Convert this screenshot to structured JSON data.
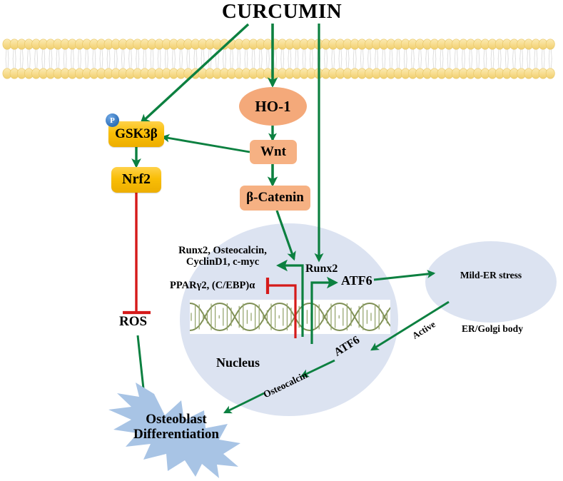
{
  "diagram": {
    "title": "CURCUMIN",
    "type": "biological-signaling-pathway",
    "colors": {
      "arrow_activate": "#0C8040",
      "arrow_inhibit": "#D51A1A",
      "yellow_box": "#F9BE07",
      "peach_box": "#F6B183",
      "nucleus_fill": "#DCE3F1",
      "membrane_head": "#F6DC8E",
      "starburst_fill": "#A8C4E5",
      "dna_strand": "#7E8F54",
      "phospho_badge": "#2E6FB7"
    },
    "membrane": {
      "name": "plasma-membrane",
      "type": "lipid-bilayer"
    },
    "nodes": [
      {
        "id": "curcumin",
        "label": "CURCUMIN",
        "shape": "text"
      },
      {
        "id": "gsk3b",
        "label": "GSK3β",
        "shape": "rounded-box",
        "badge": "P"
      },
      {
        "id": "nrf2",
        "label": "Nrf2",
        "shape": "rounded-box"
      },
      {
        "id": "ros",
        "label": "ROS",
        "shape": "text"
      },
      {
        "id": "ho1",
        "label": "HO-1",
        "shape": "ellipse"
      },
      {
        "id": "wnt",
        "label": "Wnt",
        "shape": "rounded-box"
      },
      {
        "id": "bcatenin",
        "label": "β-Catenin",
        "shape": "rounded-box"
      },
      {
        "id": "genes_up",
        "label": "Runx2, Osteocalcin,\nCyclinD1, c-myc",
        "shape": "text"
      },
      {
        "id": "genes_down",
        "label": "PPARγ2, (C/EBP)α",
        "shape": "text"
      },
      {
        "id": "runx2",
        "label": "Runx2",
        "shape": "text"
      },
      {
        "id": "atf6_nuc",
        "label": "ATF6",
        "shape": "text"
      },
      {
        "id": "mild_er",
        "label": "Mild-ER stress",
        "shape": "ellipse"
      },
      {
        "id": "er_golgi",
        "label": "ER/Golgi body",
        "shape": "text"
      },
      {
        "id": "nucleus",
        "label": "Nucleus",
        "shape": "ellipse"
      },
      {
        "id": "atf6_active",
        "label": "ATF6",
        "shape": "text"
      },
      {
        "id": "active",
        "label": "Active",
        "shape": "text"
      },
      {
        "id": "osteocalcin",
        "label": "Osteocalcin",
        "shape": "text"
      },
      {
        "id": "osteoblast",
        "label": "Osteoblast\nDifferentiation",
        "shape": "starburst"
      }
    ],
    "labels": {
      "curcumin": "CURCUMIN",
      "gsk3b": "GSK3β",
      "gsk3b_badge": "P",
      "nrf2": "Nrf2",
      "ros": "ROS",
      "ho1": "HO-1",
      "wnt": "Wnt",
      "bcatenin": "β-Catenin",
      "genes_up_line1": "Runx2, Osteocalcin,",
      "genes_up_line2": "CyclinD1, c-myc",
      "genes_down": "PPARγ2, (C/EBP)α",
      "runx2": "Runx2",
      "atf6_nucleus": "ATF6",
      "mild_er_stress": "Mild-ER stress",
      "er_golgi_body": "ER/Golgi body",
      "nucleus": "Nucleus",
      "atf6_active": "ATF6",
      "active": "Active",
      "osteocalcin": "Osteocalcin",
      "osteoblast_line1": "Osteoblast",
      "osteoblast_line2": "Differentiation"
    },
    "edges": [
      {
        "from": "curcumin",
        "to": "gsk3b",
        "kind": "activation"
      },
      {
        "from": "curcumin",
        "to": "ho1",
        "kind": "activation"
      },
      {
        "from": "curcumin",
        "to": "runx2",
        "kind": "activation"
      },
      {
        "from": "gsk3b",
        "to": "nrf2",
        "kind": "activation"
      },
      {
        "from": "nrf2",
        "to": "ros",
        "kind": "inhibition"
      },
      {
        "from": "ros",
        "to": "osteoblast",
        "kind": "activation"
      },
      {
        "from": "ho1",
        "to": "wnt",
        "kind": "activation"
      },
      {
        "from": "wnt",
        "to": "gsk3b",
        "kind": "activation"
      },
      {
        "from": "wnt",
        "to": "bcatenin",
        "kind": "activation"
      },
      {
        "from": "bcatenin",
        "to": "genes_up",
        "kind": "activation"
      },
      {
        "from": "dna",
        "to": "genes_up",
        "kind": "activation"
      },
      {
        "from": "dna",
        "to": "genes_down",
        "kind": "inhibition"
      },
      {
        "from": "dna",
        "to": "atf6_nuc",
        "kind": "activation"
      },
      {
        "from": "atf6_nuc",
        "to": "mild_er",
        "kind": "activation"
      },
      {
        "from": "mild_er",
        "to": "atf6_active",
        "kind": "activation",
        "label": "Active"
      },
      {
        "from": "atf6_active",
        "to": "nucleus",
        "kind": "activation"
      },
      {
        "from": "nucleus",
        "to": "osteoblast",
        "kind": "activation",
        "label": "Osteocalcin"
      }
    ]
  }
}
